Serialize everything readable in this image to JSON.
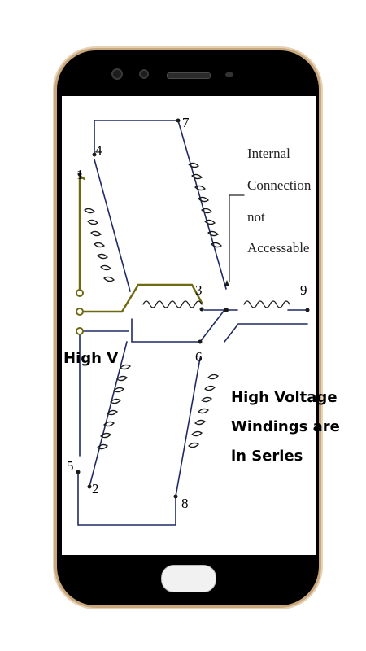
{
  "diagram": {
    "terminals": [
      "1",
      "2",
      "3",
      "4",
      "5",
      "6",
      "7",
      "8",
      "9"
    ],
    "internal_note": [
      "Internal",
      "Connection",
      "not",
      "Accessable"
    ],
    "input_label": "High V",
    "caption": [
      "High Voltage",
      "Windings are",
      "in  Series"
    ]
  },
  "colors": {
    "wire": "#1f2a63",
    "high_v_wire": "#6f6a12",
    "phone_frame": "#c8a77c"
  },
  "icons": [
    "front-camera-icon",
    "sensor-icon",
    "speaker-icon",
    "home-button-icon"
  ]
}
